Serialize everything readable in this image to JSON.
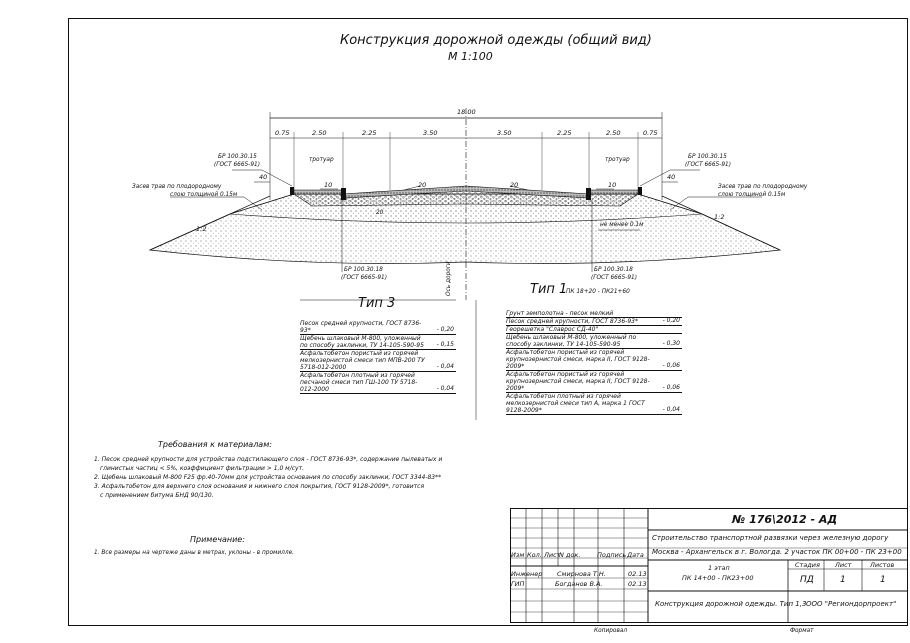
{
  "drawing": {
    "title": "Конструкция дорожной одежды (общий вид)",
    "scale": "М 1:100",
    "total_width": "18.00",
    "dims_left": [
      "0.75",
      "2.50",
      "2.25",
      "3.50"
    ],
    "dims_right": [
      "3.50",
      "2.25",
      "2.50",
      "0.75"
    ],
    "sidewalk_left": "тротуар",
    "sidewalk_right": "тротуар",
    "curb_left_code": "БР 100.30.15",
    "curb_left_gost": "(ГОСТ 6665-91)",
    "curb_right_code": "БР 100.30.15",
    "curb_right_gost": "(ГОСТ 6665-91)",
    "curb_bottom_left_code": "БР 100.30.18",
    "curb_bottom_left_gost": "(ГОСТ 6665-91)",
    "curb_bottom_right_code": "БР 100.30.18",
    "curb_bottom_right_gost": "(ГОСТ 6665-91)",
    "grass_left_1": "Засев трав по плодородному",
    "grass_left_2": "слою толщиной 0.15м",
    "grass_right_1": "Засев трав по плодородному",
    "grass_right_2": "слою толщиной 0.15м",
    "slope_left_outer": "40",
    "slope_left_inner": "10",
    "slope_left_road": "20",
    "slope_right_road": "20",
    "slope_right_inner": "10",
    "slope_right_outer": "40",
    "slope_left_embank": "1:2",
    "slope_right_embank": "1:2",
    "min_note": "не менее 0.1м",
    "axis_label": "Ось дороги",
    "label_20": "20"
  },
  "type3": {
    "title": "Тип 3",
    "rows": [
      {
        "desc": "Песок средней крупности, ГОСТ 8736-93*",
        "value": "- 0,20"
      },
      {
        "desc": "Щебень шлаковый М-800, уложенный по способу заклинки, ТУ 14-105-590-95",
        "value": "- 0,15"
      },
      {
        "desc": "Асфальтобетон пористый из горячей мелкозернистой смеси тип МПВ-200 ТУ 5718-012-2000",
        "value": "- 0,04"
      },
      {
        "desc": "Асфальтобетон плотный из горячей песчаной смеси тип ГШ-100 ТУ 5718-012-2000",
        "value": "- 0,04"
      }
    ]
  },
  "type1": {
    "title": "Тип 1",
    "subtitle": "ПК 18+20 - ПК21+60",
    "rows": [
      {
        "desc": "Грунт земполотна - песок мелкий",
        "value": ""
      },
      {
        "desc": "Песок средней крупности, ГОСТ 8736-93*",
        "value": "- 0,20"
      },
      {
        "desc": "Георешетка \"Славрос СД-40\"",
        "value": ""
      },
      {
        "desc": "Щебень шлаковый М-800, уложенный по способу заклинки, ТУ 14-105-590-95",
        "value": "- 0,30"
      },
      {
        "desc": "Асфальтобетон пористый из горячей крупнозернистой смеси, марка II, ГОСТ 9128-2009*",
        "value": "- 0,06"
      },
      {
        "desc": "Асфальтобетон пористый из горячей крупнозернистой смеси, марка II, ГОСТ 9128-2009*",
        "value": "- 0,06"
      },
      {
        "desc": "Асфальтобетон плотный из горячей мелкозернистой смеси тип А, марка 1 ГОСТ 9128-2009*",
        "value": "- 0,04"
      }
    ]
  },
  "requirements": {
    "heading": "Требования к материалам:",
    "items": [
      "1. Песок средней крупности для устройства подстилающего слоя - ГОСТ 8736-93*, содержание пылеватых и",
      "глинистых частиц < 5%, коэффициент фильтрации > 1,0 м/сут.",
      "2. Щебень шлаковый М-800 F25 фр.40-70мм для устройства основания по способу заклинки, ГОСТ 3344-83**",
      "3. Асфальтобетон для верхнего слоя основания и нижнего слоя покрытия, ГОСТ 9128-2009*, готовится",
      "с применением битума БНД 90/130."
    ]
  },
  "note": {
    "heading": "Примечание:",
    "text": "1. Все размеры на чертеже даны в метрах, уклоны - в промилле."
  },
  "stamp": {
    "doc_number": "№ 176\\2012 - АД",
    "project_line1": "Строительство транспортной развязки через железную дорогу",
    "project_line2": "Москва - Архангельск в г. Вологда. 2 участок ПК 00+00 - ПК 23+00",
    "col_izm": "Изм",
    "col_kol": "Кол.",
    "col_list": "Лист",
    "col_ndok": "N док.",
    "col_podpis": "Подпись",
    "col_data": "Дата",
    "role1": "Инженер",
    "name1": "Смирнова Т.Н.",
    "date1": "02.13",
    "role2": "ГИП",
    "name2": "Богданов В.А.",
    "date2": "02.13",
    "stage_title": "1 этап",
    "stage_range": "ПК 14+00 - ПК23+00",
    "h_stadia": "Стадия",
    "h_list": "Лист",
    "h_listov": "Листов",
    "v_stadia": "ПД",
    "v_list": "1",
    "v_listov": "1",
    "sheet_title": "Конструкция дорожной одежды. Тип 1,3",
    "company": "ООО \"Региондорпроект\"",
    "copied": "Копировал",
    "format": "Формат"
  }
}
